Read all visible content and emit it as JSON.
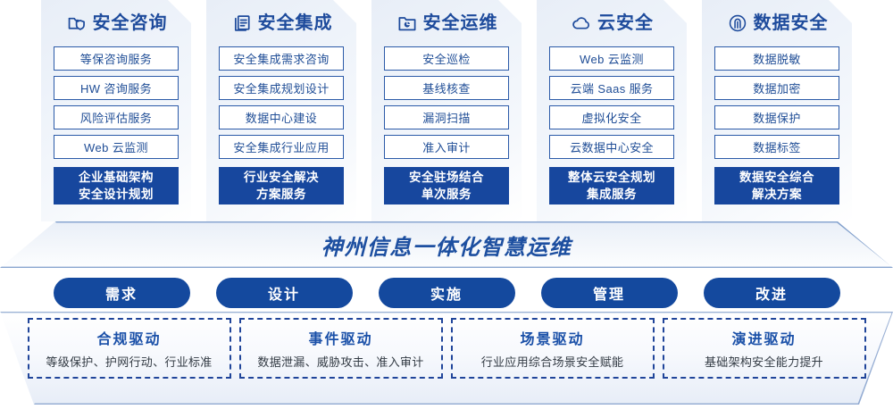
{
  "columns": [
    {
      "icon": "folder-shield-icon",
      "title": "安全咨询",
      "items": [
        "等保咨询服务",
        "HW 咨询服务",
        "风险评估服务",
        "Web 云监测"
      ],
      "footer_line1": "企业基础架构",
      "footer_line2": "安全设计规划"
    },
    {
      "icon": "documents-copy-icon",
      "title": "安全集成",
      "items": [
        "安全集成需求咨询",
        "安全集成规划设计",
        "数据中心建设",
        "安全集成行业应用"
      ],
      "footer_line1": "行业安全解决",
      "footer_line2": "方案服务"
    },
    {
      "icon": "folder-monitor-icon",
      "title": "安全运维",
      "items": [
        "安全巡检",
        "基线核查",
        "漏洞扫描",
        "准入审计"
      ],
      "footer_line1": "安全驻场结合",
      "footer_line2": "单次服务"
    },
    {
      "icon": "cloud-icon",
      "title": "云安全",
      "items": [
        "Web 云监测",
        "云端 Saas 服务",
        "虚拟化安全",
        "云数据中心安全"
      ],
      "footer_line1": "整体云安全规划",
      "footer_line2": "集成服务"
    },
    {
      "icon": "fingerprint-icon",
      "title": "数据安全",
      "items": [
        "数据脱敏",
        "数据加密",
        "数据保护",
        "数据标签"
      ],
      "footer_line1": "数据安全综合",
      "footer_line2": "解决方案"
    }
  ],
  "banner": {
    "title": "神州信息一体化智慧运维"
  },
  "pills": [
    {
      "label": "需求"
    },
    {
      "label": "设计"
    },
    {
      "label": "实施"
    },
    {
      "label": "管理"
    },
    {
      "label": "改进"
    }
  ],
  "drivers": [
    {
      "title": "合规驱动",
      "subtitle": "等级保护、护网行动、行业标准"
    },
    {
      "title": "事件驱动",
      "subtitle": "数据泄漏、威胁攻击、准入审计"
    },
    {
      "title": "场景驱动",
      "subtitle": "行业应用综合场景安全赋能"
    },
    {
      "title": "演进驱动",
      "subtitle": "基础架构安全能力提升"
    }
  ],
  "colors": {
    "brand_blue": "#17479e",
    "title_blue": "#1e4b9c",
    "item_border": "#2b5aa8",
    "pill_blue": "#14499e",
    "dashed_border": "#20459a"
  }
}
